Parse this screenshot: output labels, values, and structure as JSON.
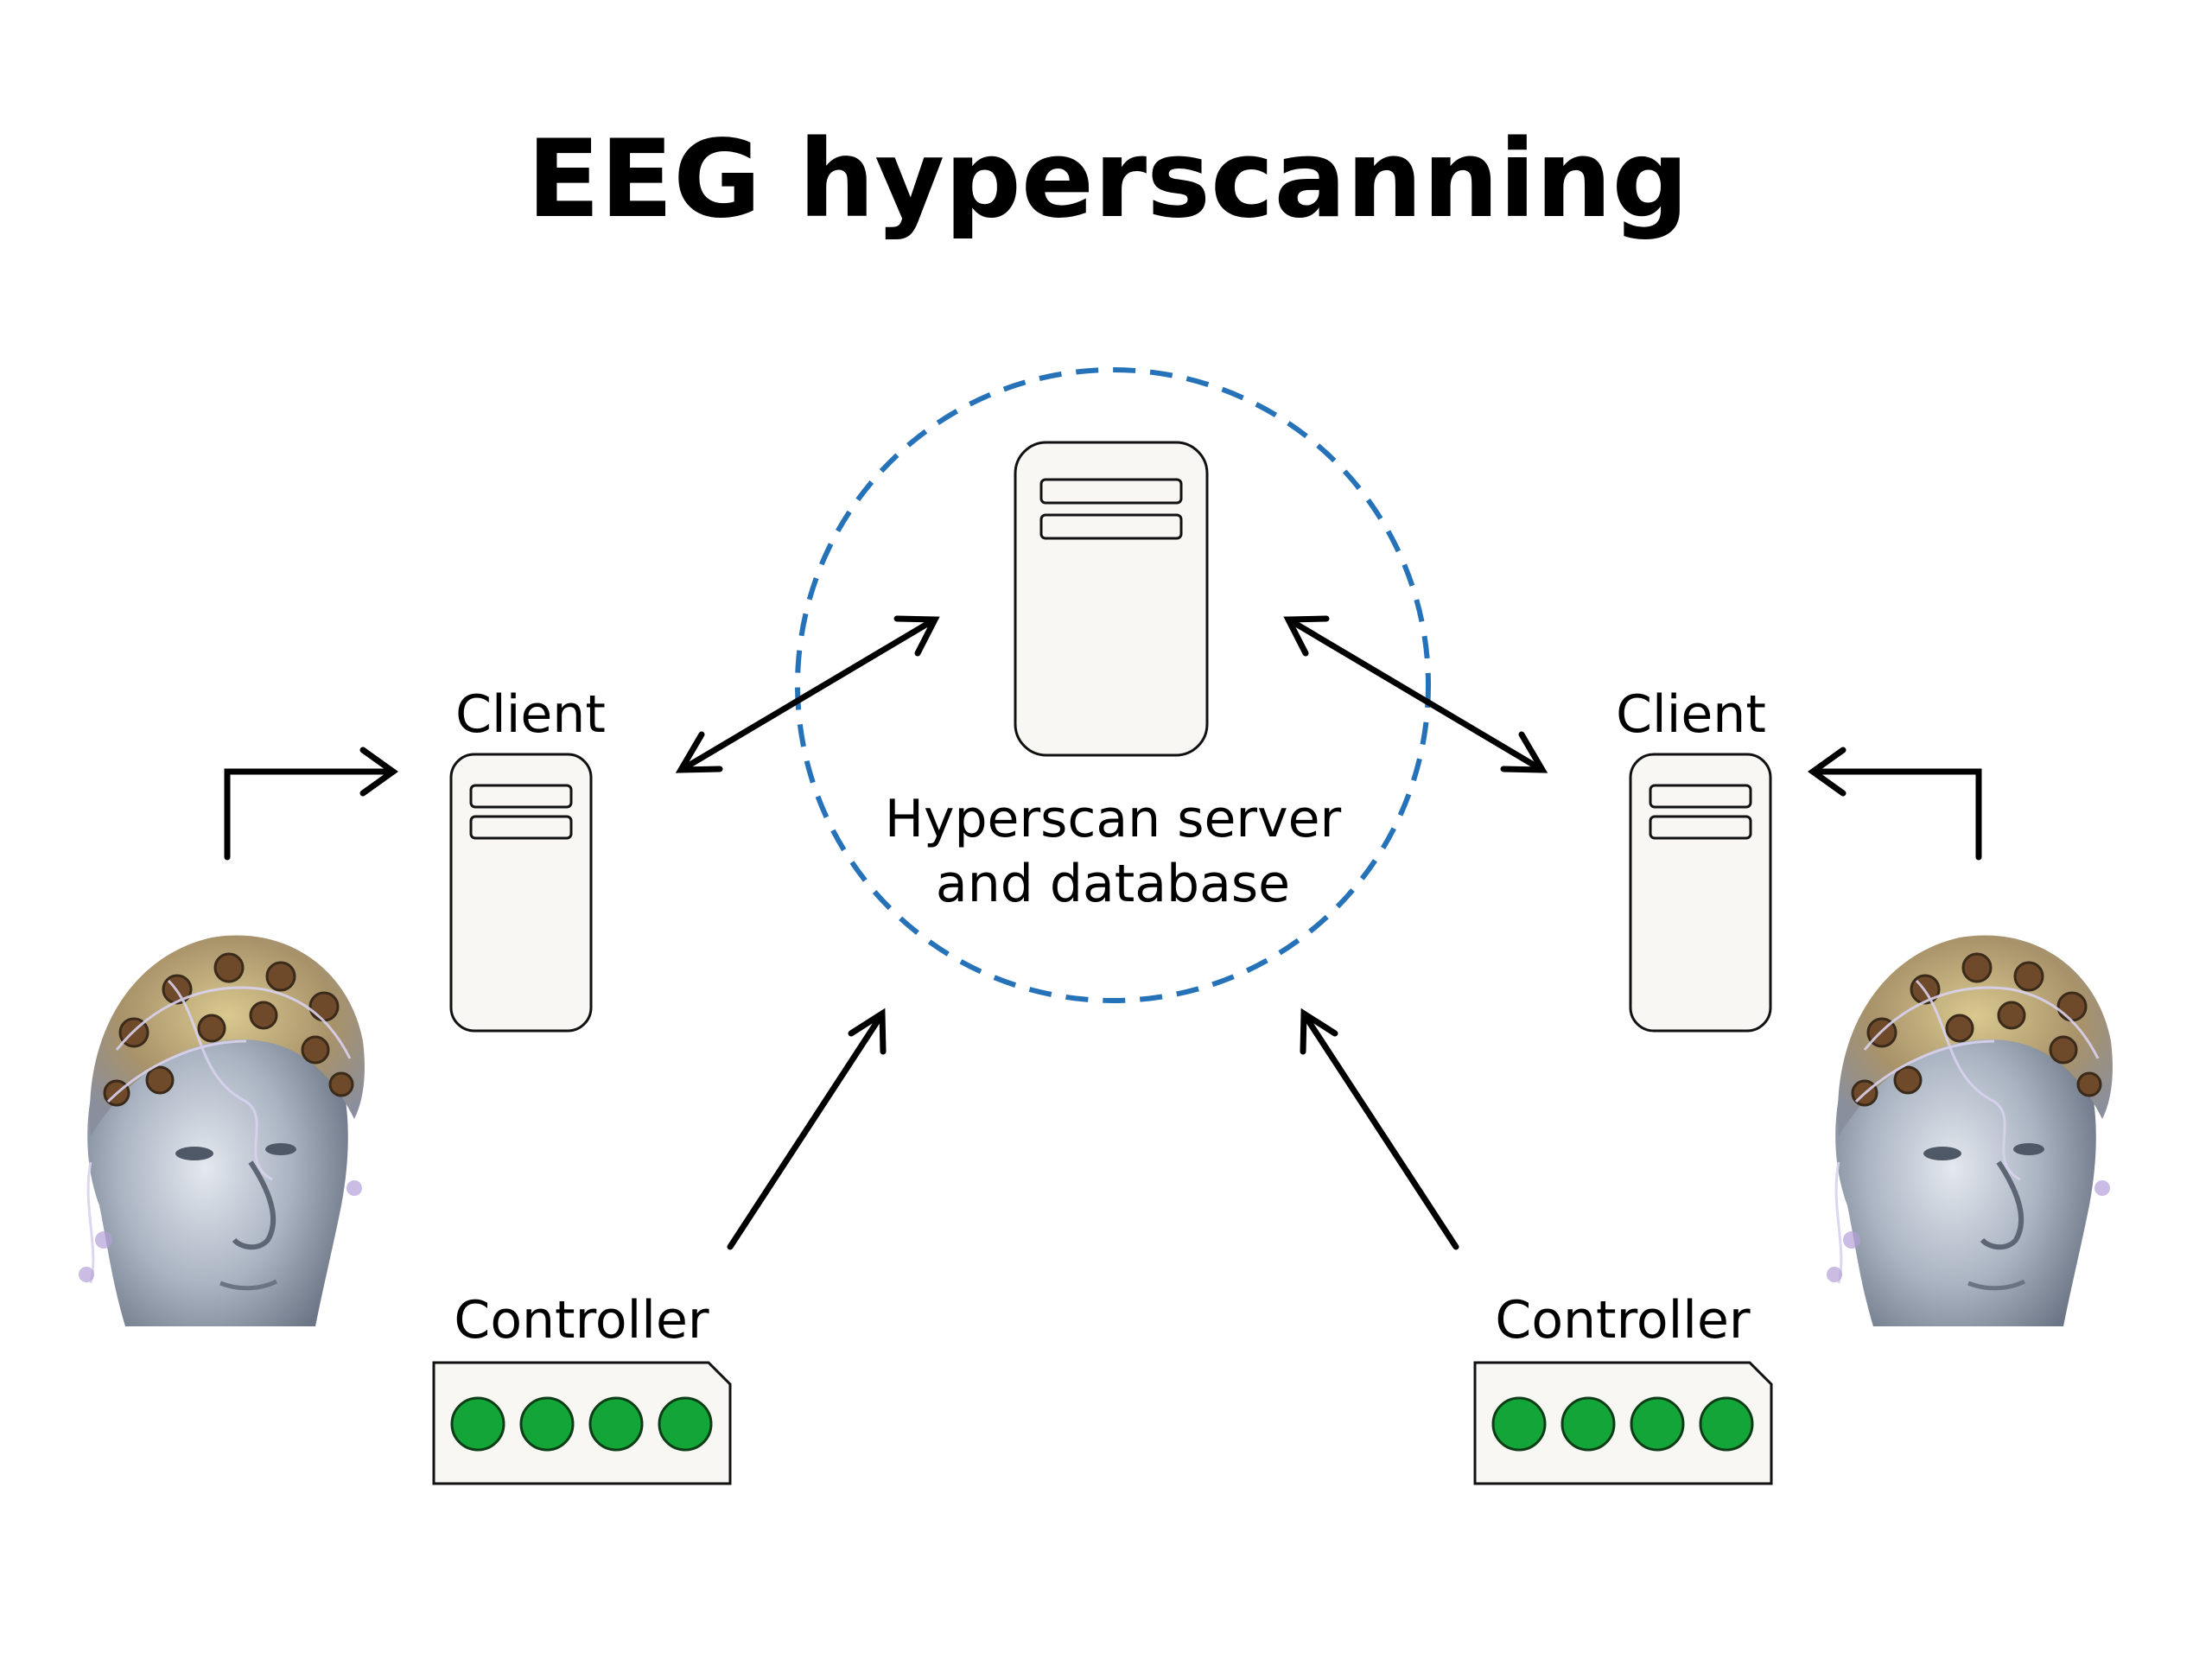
{
  "title": "EEG hyperscanning",
  "server": {
    "label_line1": "Hyperscan server",
    "label_line2": "and database",
    "circle_color": "#2672b8"
  },
  "client_left": {
    "label": "Client"
  },
  "client_right": {
    "label": "Client"
  },
  "controller_left": {
    "label": "Controller",
    "buttons": 4,
    "button_color": "#13a538"
  },
  "controller_right": {
    "label": "Controller",
    "buttons": 4,
    "button_color": "#13a538"
  },
  "participants": [
    {
      "image": "eeg-cap-head-image"
    },
    {
      "image": "eeg-cap-head-image"
    }
  ]
}
